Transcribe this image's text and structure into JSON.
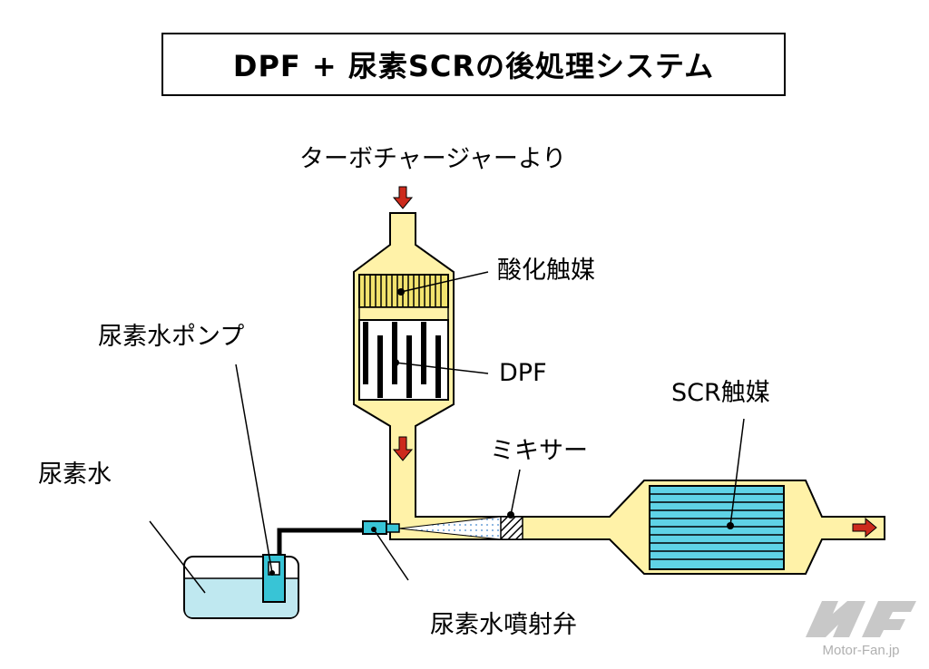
{
  "title": "DPF + 尿素SCRの後処理システム",
  "labels": {
    "turbo": "ターボチャージャーより",
    "oxidation_catalyst": "酸化触媒",
    "dpf": "DPF",
    "scr_catalyst": "SCR触媒",
    "mixer": "ミキサー",
    "urea_pump": "尿素水ポンプ",
    "urea_tank": "尿素水",
    "urea_injector": "尿素水噴射弁"
  },
  "watermark": {
    "logo": "MF",
    "text": "Motor-Fan.jp"
  },
  "colors": {
    "pipe": "#fff2a8",
    "catalyst": "#f2e36e",
    "scr": "#5fd3e6",
    "urea": "#bfe8f0",
    "injector": "#38c4d6",
    "arrow": "#cc2a1c"
  }
}
